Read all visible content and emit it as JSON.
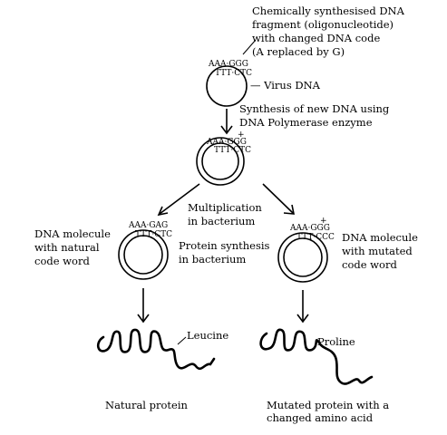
{
  "labels": {
    "oligo_line1": "Chemically synthesised DNA",
    "oligo_line2": "fragment (oligonucleotide)",
    "oligo_line3": "with changed DNA code",
    "oligo_line4": "(A replaced by G)",
    "virus_dna": "— Virus DNA",
    "synthesis_line1": "Synthesis of new DNA using",
    "synthesis_line2": "DNA Polymerase enzyme",
    "multiplication_line1": "Multiplication",
    "multiplication_line2": "in bacterium",
    "natural_line1": "DNA molecule",
    "natural_line2": "with natural",
    "natural_line3": "code word",
    "protein_synth_line1": "Protein synthesis",
    "protein_synth_line2": "in bacterium",
    "mutated_line1": "DNA molecule",
    "mutated_line2": "with mutated",
    "mutated_line3": "code word",
    "leucine": "Leucine",
    "proline": "Proline",
    "natural_protein": "Natural protein",
    "mutated_protein_line1": "Mutated protein with a",
    "mutated_protein_line2": "changed amino acid"
  },
  "sequences": {
    "top_upper": "AAA·GGG",
    "top_lower": "TTT·CTC",
    "mid_upper": "AAA·GGG",
    "mid_lower": "TTT·CTC",
    "left_upper": "AAA·GAG",
    "left_lower": "TTT·CTC",
    "right_upper": "AAA·GGG",
    "right_lower": "TTT·CCC",
    "plus_mark": "+"
  }
}
